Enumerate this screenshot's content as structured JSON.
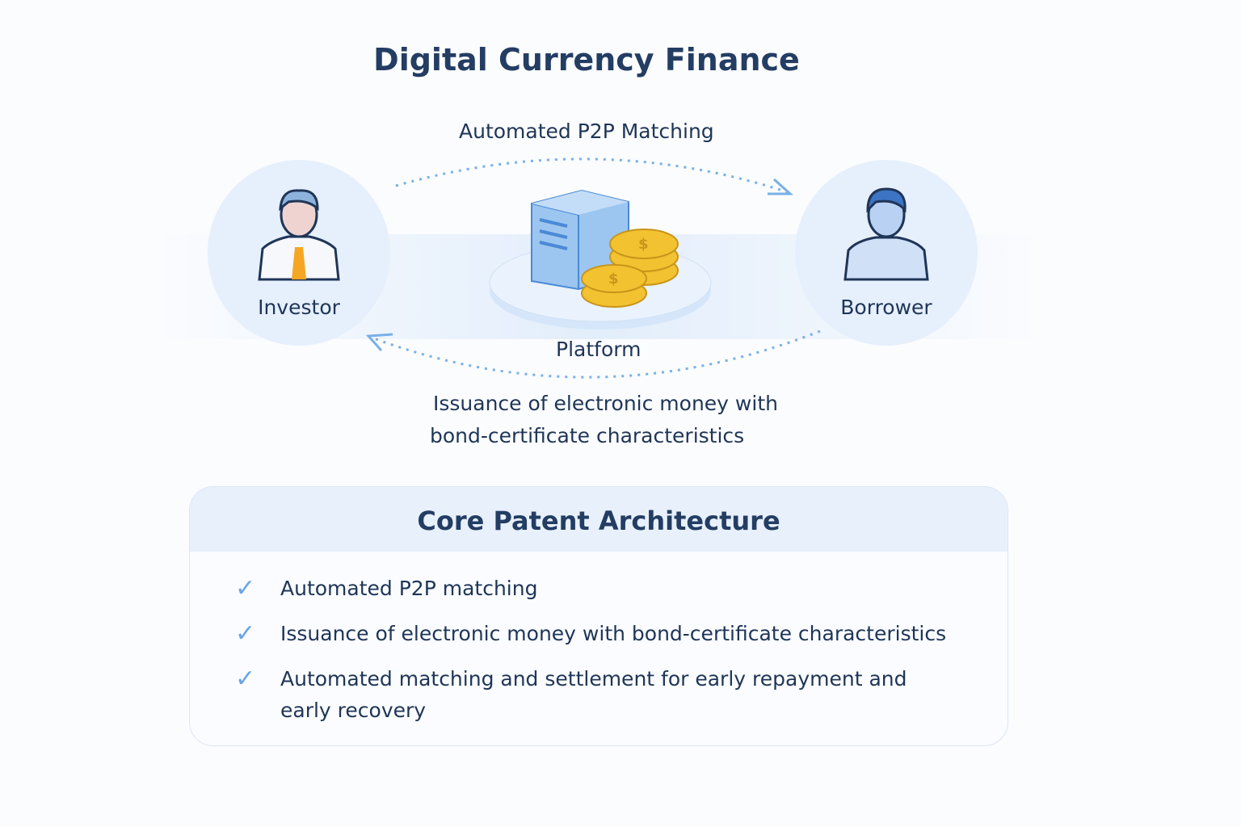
{
  "title": "Digital Currency Finance",
  "top_arrow_label": "Automated P2P Matching",
  "investor": {
    "label": "Investor",
    "icon": "investor-person-icon"
  },
  "borrower": {
    "label": "Borrower",
    "icon": "borrower-person-icon"
  },
  "platform": {
    "label": "Platform",
    "icon": "server-with-coins-icon"
  },
  "bottom_arrow_label": {
    "line1": "Issuance of electronic money with",
    "line2": "bond-certificate characteristics"
  },
  "card": {
    "title": "Core Patent Architecture",
    "items": [
      {
        "text": "Automated P2P matching"
      },
      {
        "text": "Issuance of electronic money with bond-certificate characteristics"
      },
      {
        "text": "Automated matching and settlement for early repayment and early recovery"
      }
    ]
  },
  "colors": {
    "accent": "#6aa5e6",
    "title": "#233d63",
    "coin": "#f2c230"
  }
}
